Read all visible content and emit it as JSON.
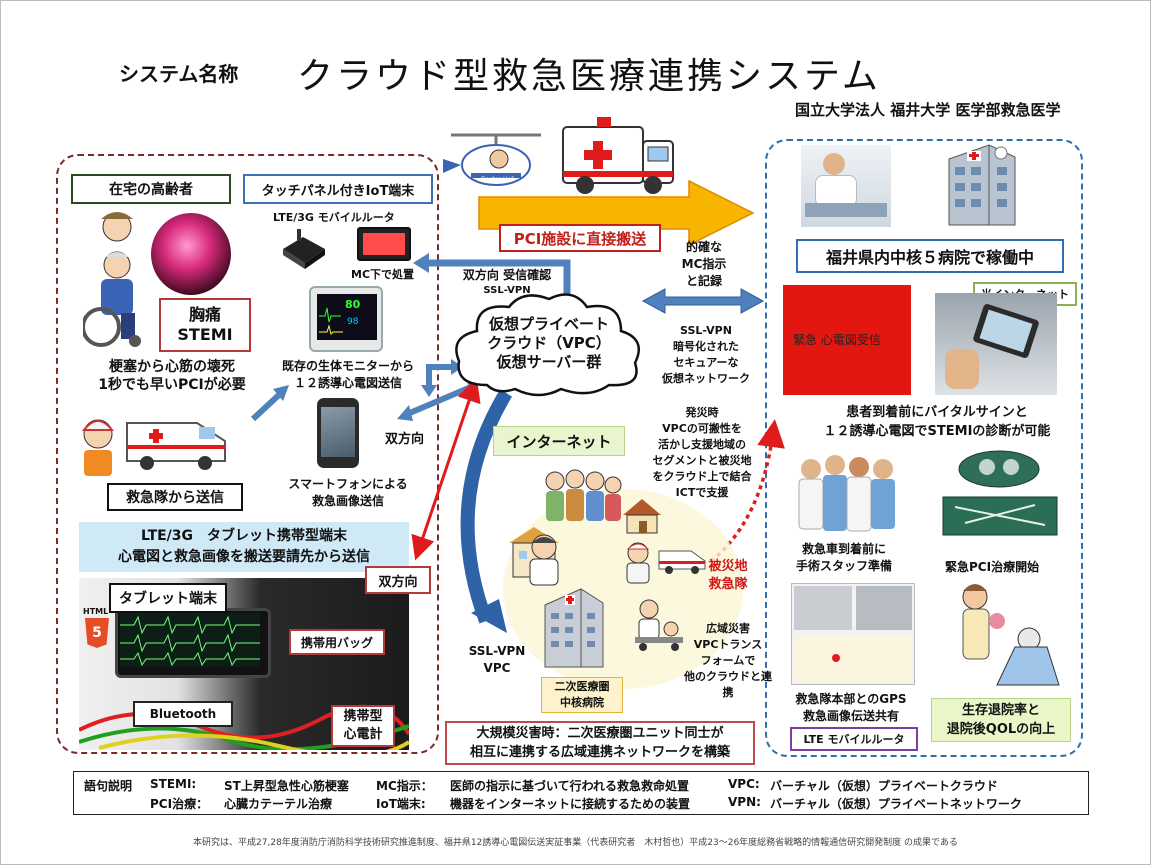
{
  "header": {
    "system_label": "システム名称",
    "title": "クラウド型救急医療連携システム",
    "organization": "国立大学法人 福井大学 医学部救急医学"
  },
  "left": {
    "elderly_label": "在宅の高齢者",
    "iot_label": "タッチパネル付きIoT端末",
    "router_label": "LTE/3G モバイルルータ",
    "mc_label": "MC下で処置",
    "chest_pain_line1": "胸痛",
    "chest_pain_line2": "STEMI",
    "infarct_line1": "梗塞から心筋の壊死",
    "infarct_line2": "1秒でも早いPCIが必要",
    "monitor_line1": "既存の生体モニターから",
    "monitor_line2": "１２誘導心電図送信",
    "bidir": "双方向",
    "smartphone_line1": "スマートフォンによる",
    "smartphone_line2": "救急画像送信",
    "ems_label": "救急隊から送信",
    "tablet_box_line1": "LTE/3G　タブレット携帯型端末",
    "tablet_box_line2": "心電図と救急画像を搬送要請先から送信",
    "bidir2": "双方向",
    "tablet_label": "タブレット端末",
    "bag_label": "携帯用バッグ",
    "bluetooth_label": "Bluetooth",
    "ecg_line1": "携帯型",
    "ecg_line2": "心電計",
    "html_badge": "HTML"
  },
  "center": {
    "pci_direct": "PCI施設に直接搬送",
    "confirm_line1": "双方向 受信確認",
    "confirm_line2": "SSL-VPN",
    "cloud_line1": "仮想プライベート",
    "cloud_line2": "クラウド（VPC）",
    "cloud_line3": "仮想サーバー群",
    "mc_instruction_line1": "的確な",
    "mc_instruction_line2": "MC指示",
    "mc_instruction_line3": "と記録",
    "sslvpn_right_line1": "SSL-VPN",
    "sslvpn_right_line2": "暗号化された",
    "sslvpn_right_line3": "セキュアーな",
    "sslvpn_right_line4": "仮想ネットワーク",
    "internet_label": "インターネット",
    "disaster_line1": "発災時",
    "disaster_line2": "VPCの可搬性を",
    "disaster_line3": "活かし支援地域の",
    "disaster_line4": "セグメントと被災地",
    "disaster_line5": "をクラウド上で結合",
    "disaster_line6": "ICTで支援",
    "affected_line1": "被災地",
    "affected_line2": "救急隊",
    "sslvpn_bottom_line1": "SSL-VPN",
    "sslvpn_bottom_line2": "VPC",
    "secondary_line1": "二次医療圏",
    "secondary_line2": "中核病院",
    "wide_area_line1": "広域災害",
    "wide_area_line2": "VPCトランス",
    "wide_area_line3": "フォームで",
    "wide_area_line4": "他のクラウドと連携",
    "large_disaster_line1": "大規模災害時：二次医療圏ユニット同士が",
    "large_disaster_line2": "相互に連携する広域連携ネットワークを構築",
    "heli_text": "Doctor Heli"
  },
  "right": {
    "hospitals": "福井県内中核５病院で稼働中",
    "fiber_label": "光インターネット",
    "ecg_screen": "緊急 心電図受信",
    "diagnosis_line1": "患者到着前にバイタルサインと",
    "diagnosis_line2": "１２誘導心電図でSTEMIの診断が可能",
    "staff_line1": "救急車到着前に",
    "staff_line2": "手術スタッフ準備",
    "pci_start": "緊急PCI治療開始",
    "gps_line1": "救急隊本部とのGPS",
    "gps_line2": "救急画像伝送共有",
    "survival_line1": "生存退院率と",
    "survival_line2": "退院後QOLの向上",
    "lte_router": "LTE モバイルルータ"
  },
  "glossary": {
    "heading": "語句説明",
    "items": [
      {
        "term": "STEMI:",
        "desc": "ST上昇型急性心筋梗塞"
      },
      {
        "term": "PCI治療：",
        "desc": "心臓カテーテル治療"
      },
      {
        "term": "MC指示：",
        "desc": "医師の指示に基づいて行われる救急救命処置"
      },
      {
        "term": "IoT端末:",
        "desc": "機器をインターネットに接続するための装置"
      },
      {
        "term": "VPC:",
        "desc": "バーチャル（仮想）プライベートクラウド"
      },
      {
        "term": "VPN:",
        "desc": "バーチャル（仮想）プライベートネットワーク"
      }
    ]
  },
  "footnote": "本研究は、平成27,28年度消防庁消防科学技術研究推進制度、福井県12誘導心電図伝送実証事業（代表研究者　木村哲也）平成23～26年度総務省戦略的情報通信研究開発制度 の成果である",
  "colors": {
    "left_frame": "#7b2a2a",
    "right_frame": "#2f6fb0",
    "iot_border": "#3d6fb6",
    "chest_border": "#b23a3a",
    "hospital_border": "#2f6fb0",
    "fiber_border": "#8db24a",
    "tablet_box_fill": "#cfe9f7",
    "internet_fill": "#e9f5cf",
    "survival_fill": "#eaf5c8",
    "lte_border": "#7a3fa0",
    "pci_arrow": "#f7b500",
    "red_arrow": "#e01b1b",
    "blue_arrow": "#4f81bd"
  }
}
